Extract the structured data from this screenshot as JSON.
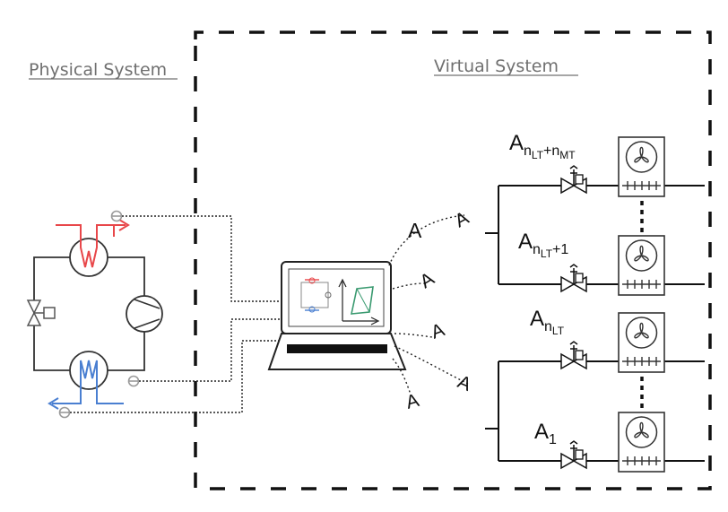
{
  "headings": {
    "physical": "Physical System",
    "virtual": "Virtual System"
  },
  "signal_labels": [
    "A",
    "A",
    "A",
    "A",
    "A",
    "A"
  ],
  "actuators": {
    "top": {
      "base": "A",
      "sub1": "n",
      "sub2": "LT",
      "plus": "+n",
      "sub3": "MT"
    },
    "second": {
      "base": "A",
      "sub1": "n",
      "sub2": "LT",
      "suffix": "+1"
    },
    "third": {
      "base": "A",
      "sub1": "n",
      "sub2": "LT"
    },
    "bottom": {
      "base": "A",
      "sub": "1"
    }
  },
  "colors": {
    "hot": "#e8474a",
    "cold": "#4a7fd1",
    "line": "#222222",
    "sensor": "#9a9a9a"
  },
  "icons": {
    "condenser": "heat-exchanger-icon",
    "evaporator": "heat-exchanger-icon",
    "compressor": "compressor-icon",
    "valve": "expansion-valve-icon",
    "computer": "laptop-icon",
    "display_case": "evaporator-fan-unit-icon"
  }
}
